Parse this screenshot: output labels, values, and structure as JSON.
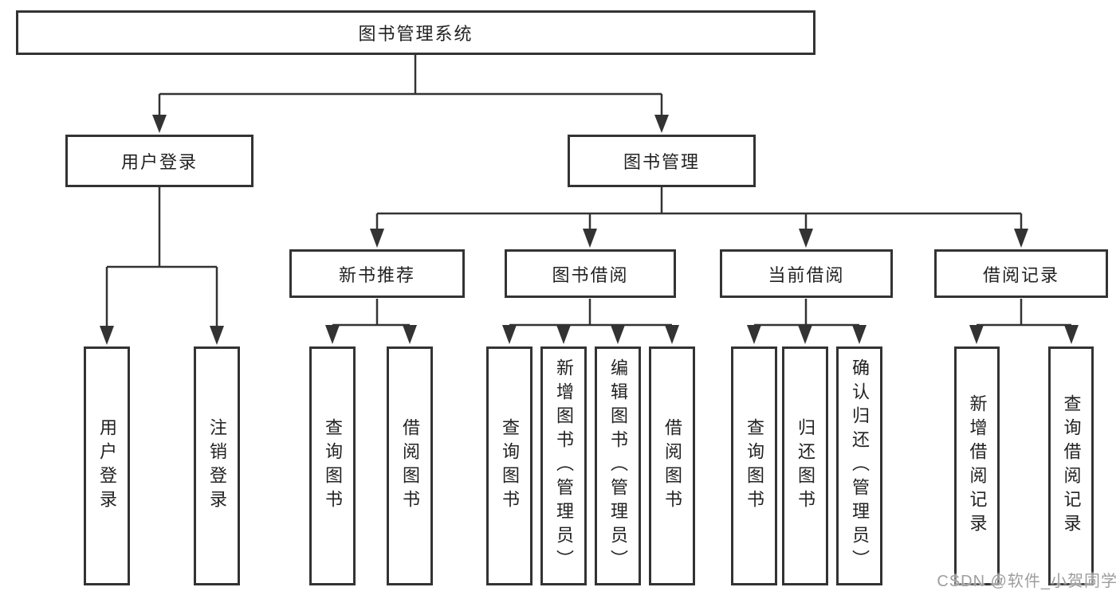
{
  "diagram_type": "hierarchy-tree",
  "tree": {
    "label": "图书管理系统",
    "children": [
      {
        "label": "用户登录",
        "children": [
          {
            "label": "用户登录"
          },
          {
            "label": "注销登录"
          }
        ]
      },
      {
        "label": "图书管理",
        "children": [
          {
            "label": "新书推荐",
            "children": [
              {
                "label": "查询图书"
              },
              {
                "label": "借阅图书"
              }
            ]
          },
          {
            "label": "图书借阅",
            "children": [
              {
                "label": "查询图书"
              },
              {
                "label": "新增图书（管理员）"
              },
              {
                "label": "编辑图书（管理员）"
              },
              {
                "label": "借阅图书"
              }
            ]
          },
          {
            "label": "当前借阅",
            "children": [
              {
                "label": "查询图书"
              },
              {
                "label": "归还图书"
              },
              {
                "label": "确认归还（管理员）"
              }
            ]
          },
          {
            "label": "借阅记录",
            "children": [
              {
                "label": "新增借阅记录"
              },
              {
                "label": "查询借阅记录"
              }
            ]
          }
        ]
      }
    ]
  },
  "watermark": {
    "text": "CSDN @软件_小贺同学"
  },
  "colors": {
    "line": "#333333",
    "box_border": "#333333",
    "text": "#222222",
    "watermark": "#9e9e9e",
    "background": "#ffffff"
  }
}
